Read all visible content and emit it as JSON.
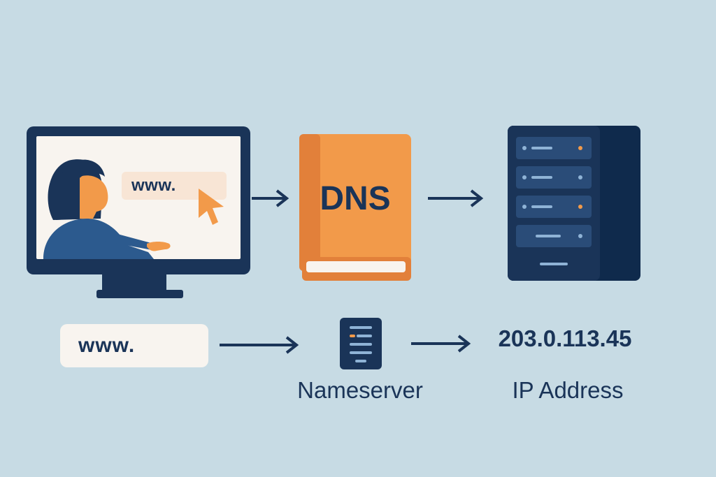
{
  "top_row": {
    "browser_url": "www.",
    "book_label": "DNS"
  },
  "bottom_row": {
    "url_box": "www.",
    "nameserver_label": "Nameserver",
    "ip_value": "203.0.113.45",
    "ip_label": "IP Address"
  },
  "colors": {
    "background": "#c7dbe4",
    "navy": "#1a3458",
    "orange": "#f29a4a",
    "cream": "#f8f4ef"
  },
  "icons": [
    "monitor-icon",
    "person-illustration",
    "cursor-icon",
    "book-icon",
    "server-rack-icon",
    "nameserver-icon",
    "arrow-right-icon"
  ]
}
